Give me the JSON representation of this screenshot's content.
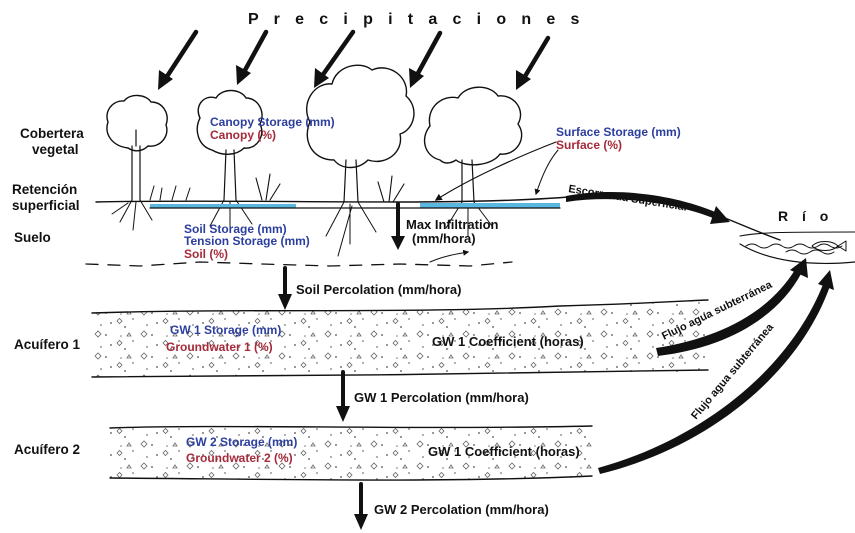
{
  "title": "P r e c i p i t a c i o n e s",
  "layers": {
    "cobertera": [
      "Cobertera",
      "vegetal"
    ],
    "retencion": [
      "Retención",
      "superficial"
    ],
    "suelo": "Suelo",
    "acuifero1": "Acuífero 1",
    "acuifero2": "Acuífero 2"
  },
  "canopy": {
    "storage": "Canopy Storage (mm)",
    "param": "Canopy  (%)"
  },
  "surface": {
    "storage": "Surface Storage (mm)",
    "param": "Surface  (%)"
  },
  "soil": {
    "storage": "Soil Storage (mm)",
    "tension": "Tension Storage (mm)",
    "param": "Soil  (%)"
  },
  "infiltration": [
    "Max Infiltration",
    "(mm/hora)"
  ],
  "soil_percolation": "Soil Percolation (mm/hora)",
  "gw1": {
    "storage": "GW 1 Storage (mm)",
    "param": "Groundwater 1 (%)",
    "coefficient": "GW 1 Coefficient (horas)",
    "percolation": "GW 1 Percolation (mm/hora)"
  },
  "gw2": {
    "storage": "GW 2 Storage (mm)",
    "param": "Groundwater 2 (%)",
    "coefficient": "GW 1 Coefficient (horas)",
    "percolation": "GW 2 Percolation (mm/hora)"
  },
  "runoff": "Escorrentía Superficial",
  "river": "R í o",
  "groundwater_flow_1": "Flujo agua subterránea",
  "groundwater_flow_2": "Flujo agua subterránea",
  "colors": {
    "storage_blue": "#2c3e9e",
    "param_red": "#a52a3a",
    "water": "#5ab7e0"
  }
}
